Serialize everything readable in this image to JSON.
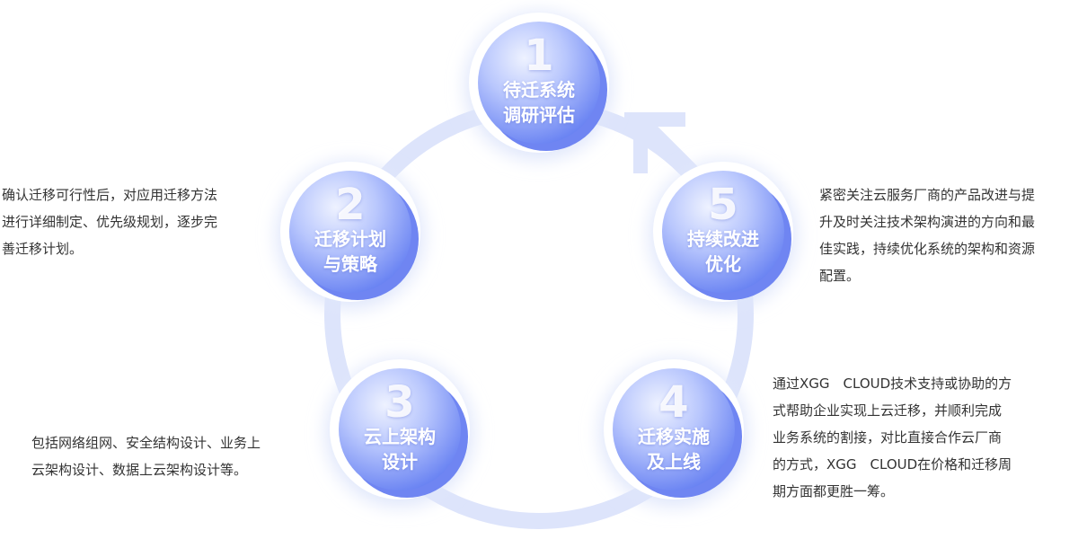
{
  "steps": [
    {
      "number": "1",
      "title_line1": "待迁系统",
      "title_line2": "调研评估",
      "description": ""
    },
    {
      "number": "2",
      "title_line1": "迁移计划",
      "title_line2": "与策略",
      "description": "确认迁移可行性后，对应用迁移方法\n进行详细制定、优先级规划，逐步完\n善迁移计划。"
    },
    {
      "number": "3",
      "title_line1": "云上架构",
      "title_line2": "设计",
      "description": "包括网络组网、安全结构设计、业务上\n云架构设计、数据上云架构设计等。"
    },
    {
      "number": "4",
      "title_line1": "迁移实施",
      "title_line2": "及上线",
      "description": "通过XGG　CLOUD技术支持或协助的方\n式帮助企业实现上云迁移，并顺利完成\n业务系统的割接，对比直接合作云厂商\n的方式，XGG　CLOUD在价格和迁移周\n期方面都更胜一筹。"
    },
    {
      "number": "5",
      "title_line1": "持续改进",
      "title_line2": "优化",
      "description": "紧密关注云服务厂商的产品改进与提\n升及时关注技术架构演进的方向和最\n佳实践，持续优化系统的架构和资源\n配置。"
    }
  ],
  "colors": {
    "ring": "#dde4fb",
    "node_light": "#eaf0ff",
    "node_mid": "#aebefc",
    "node_dark": "#5c78f0",
    "node_shadow": "#6f85f2",
    "number": "#ffffff",
    "label": "#ffffff",
    "text": "#333333"
  }
}
